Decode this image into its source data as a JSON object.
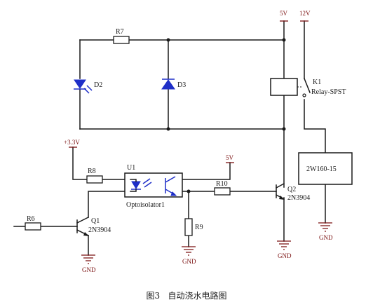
{
  "labels": {
    "vcc5_top": "5V",
    "vcc12": "12V",
    "vcc5_mid": "5V",
    "vcc33": "+3.3V",
    "r7": "R7",
    "r8": "R8",
    "r6": "R6",
    "r9": "R9",
    "r10": "R10",
    "d2": "D2",
    "d3": "D3",
    "k1": "K1",
    "k1_type": "Relay-SPST",
    "u1": "U1",
    "u1_type": "Optoisolator1",
    "q1": "Q1",
    "q1_type": "2N3904",
    "q2": "Q2",
    "q2_type": "2N3904",
    "pump": "2W160-15",
    "gnd_q1": "GND",
    "gnd_r9": "GND",
    "gnd_q2": "GND",
    "gnd_pump": "GND"
  },
  "caption": "图3   自动浇水电路图",
  "colors": {
    "wire": "#1a1a1a",
    "power": "#7a1010",
    "part": "#1f2fc8"
  }
}
